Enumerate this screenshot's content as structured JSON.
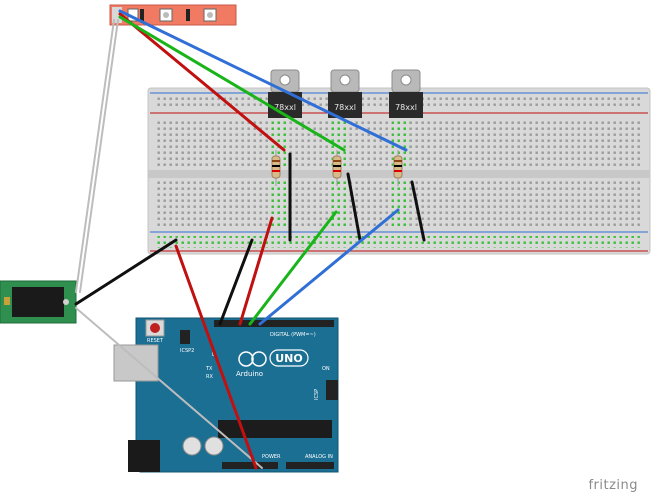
{
  "brand": "fritzing",
  "regulators": {
    "label": "78xxl"
  },
  "arduino": {
    "reset_label": "RESET",
    "icsp2_label": "ICSP2",
    "tx_label": "TX",
    "rx_label": "RX",
    "on_label": "ON",
    "icsp_label": "ICSP",
    "uno_label": "UNO",
    "brand_label": "Arduino",
    "digital_label": "DIGITAL (PWM=~)",
    "power_label": "POWER",
    "analog_label": "ANALOG IN",
    "l_label": "L"
  },
  "colors": {
    "red_wire": "#c01010",
    "green_wire": "#19b419",
    "blue_wire": "#2f6fd6",
    "black_wire": "#101010",
    "board": "#1b6f93",
    "breadboard": "#d9d9d9",
    "regulator_body": "#2a2a2a"
  }
}
